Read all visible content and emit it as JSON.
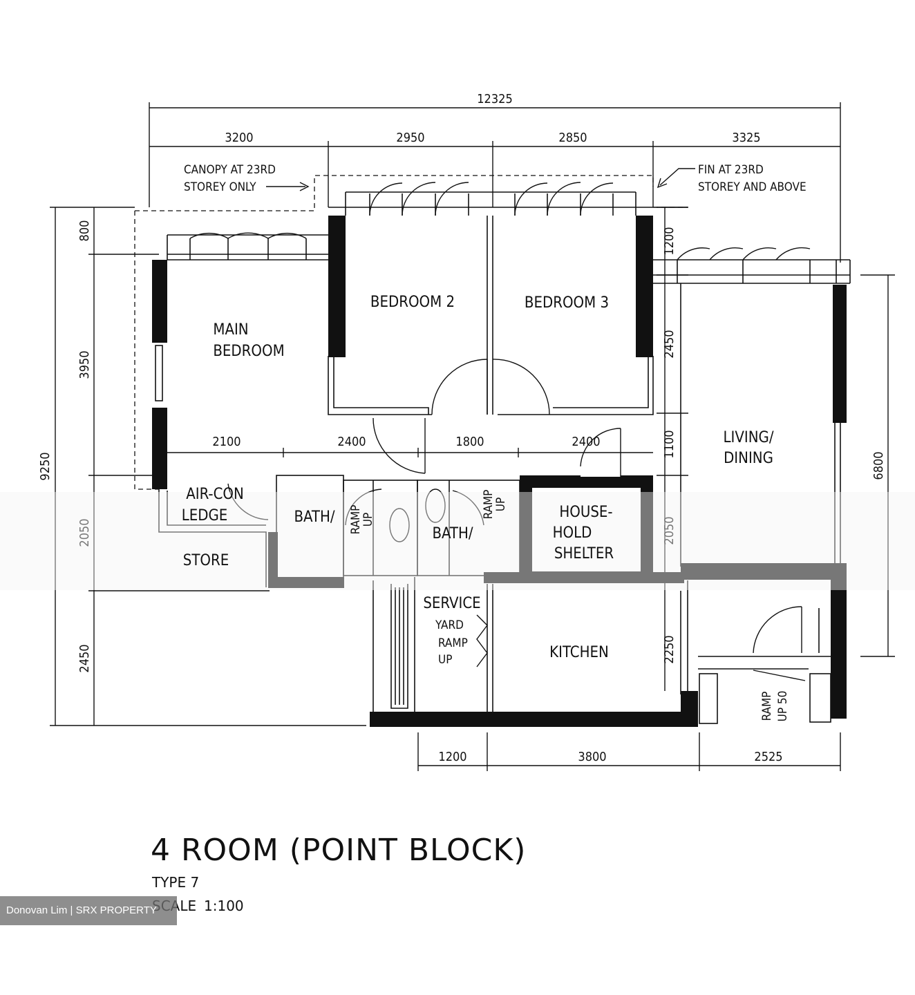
{
  "dimensions": {
    "overall_width": "12325",
    "top_segments": [
      "3200",
      "2950",
      "2850",
      "3325"
    ],
    "interior_row": [
      "2100",
      "2400",
      "1800",
      "2400"
    ],
    "bottom_segments": [
      "1200",
      "3800",
      "2525"
    ],
    "left_overall": "9250",
    "left_segments": [
      "800",
      "3950",
      "2050",
      "2450"
    ],
    "mid_right": [
      "1200",
      "2450",
      "1100",
      "2050",
      "2250"
    ],
    "right_overall": "6800"
  },
  "rooms": {
    "main_bedroom": [
      "MAIN",
      "BEDROOM"
    ],
    "bedroom_2": "BEDROOM 2",
    "bedroom_3": "BEDROOM 3",
    "living_dining": [
      "LIVING/",
      "DINING"
    ],
    "aircon_ledge": [
      "AIR-CON",
      "LEDGE"
    ],
    "store": "STORE",
    "bath_1": "BATH/",
    "bath_2": "BATH/",
    "wc_1": [
      "RAMP",
      "UP"
    ],
    "wc_2": [
      "RAMP",
      "UP"
    ],
    "household_shelter": [
      "HOUSE-",
      "HOLD",
      "SHELTER"
    ],
    "service_yard": [
      "SERVICE",
      "YARD",
      "RAMP",
      "UP"
    ],
    "kitchen": "KITCHEN",
    "entrance_ramp": [
      "RAMP",
      "UP 50"
    ]
  },
  "notes": {
    "canopy": [
      "CANOPY AT 23RD",
      "STOREY ONLY"
    ],
    "fin": [
      "FIN AT 23RD",
      "STOREY AND ABOVE"
    ]
  },
  "title": {
    "main": "4 ROOM (POINT BLOCK)",
    "type": "TYPE 7",
    "scale_label": "SCALE",
    "scale_value": "1:100"
  },
  "watermark": "Donovan Lim | SRX PROPERTY"
}
